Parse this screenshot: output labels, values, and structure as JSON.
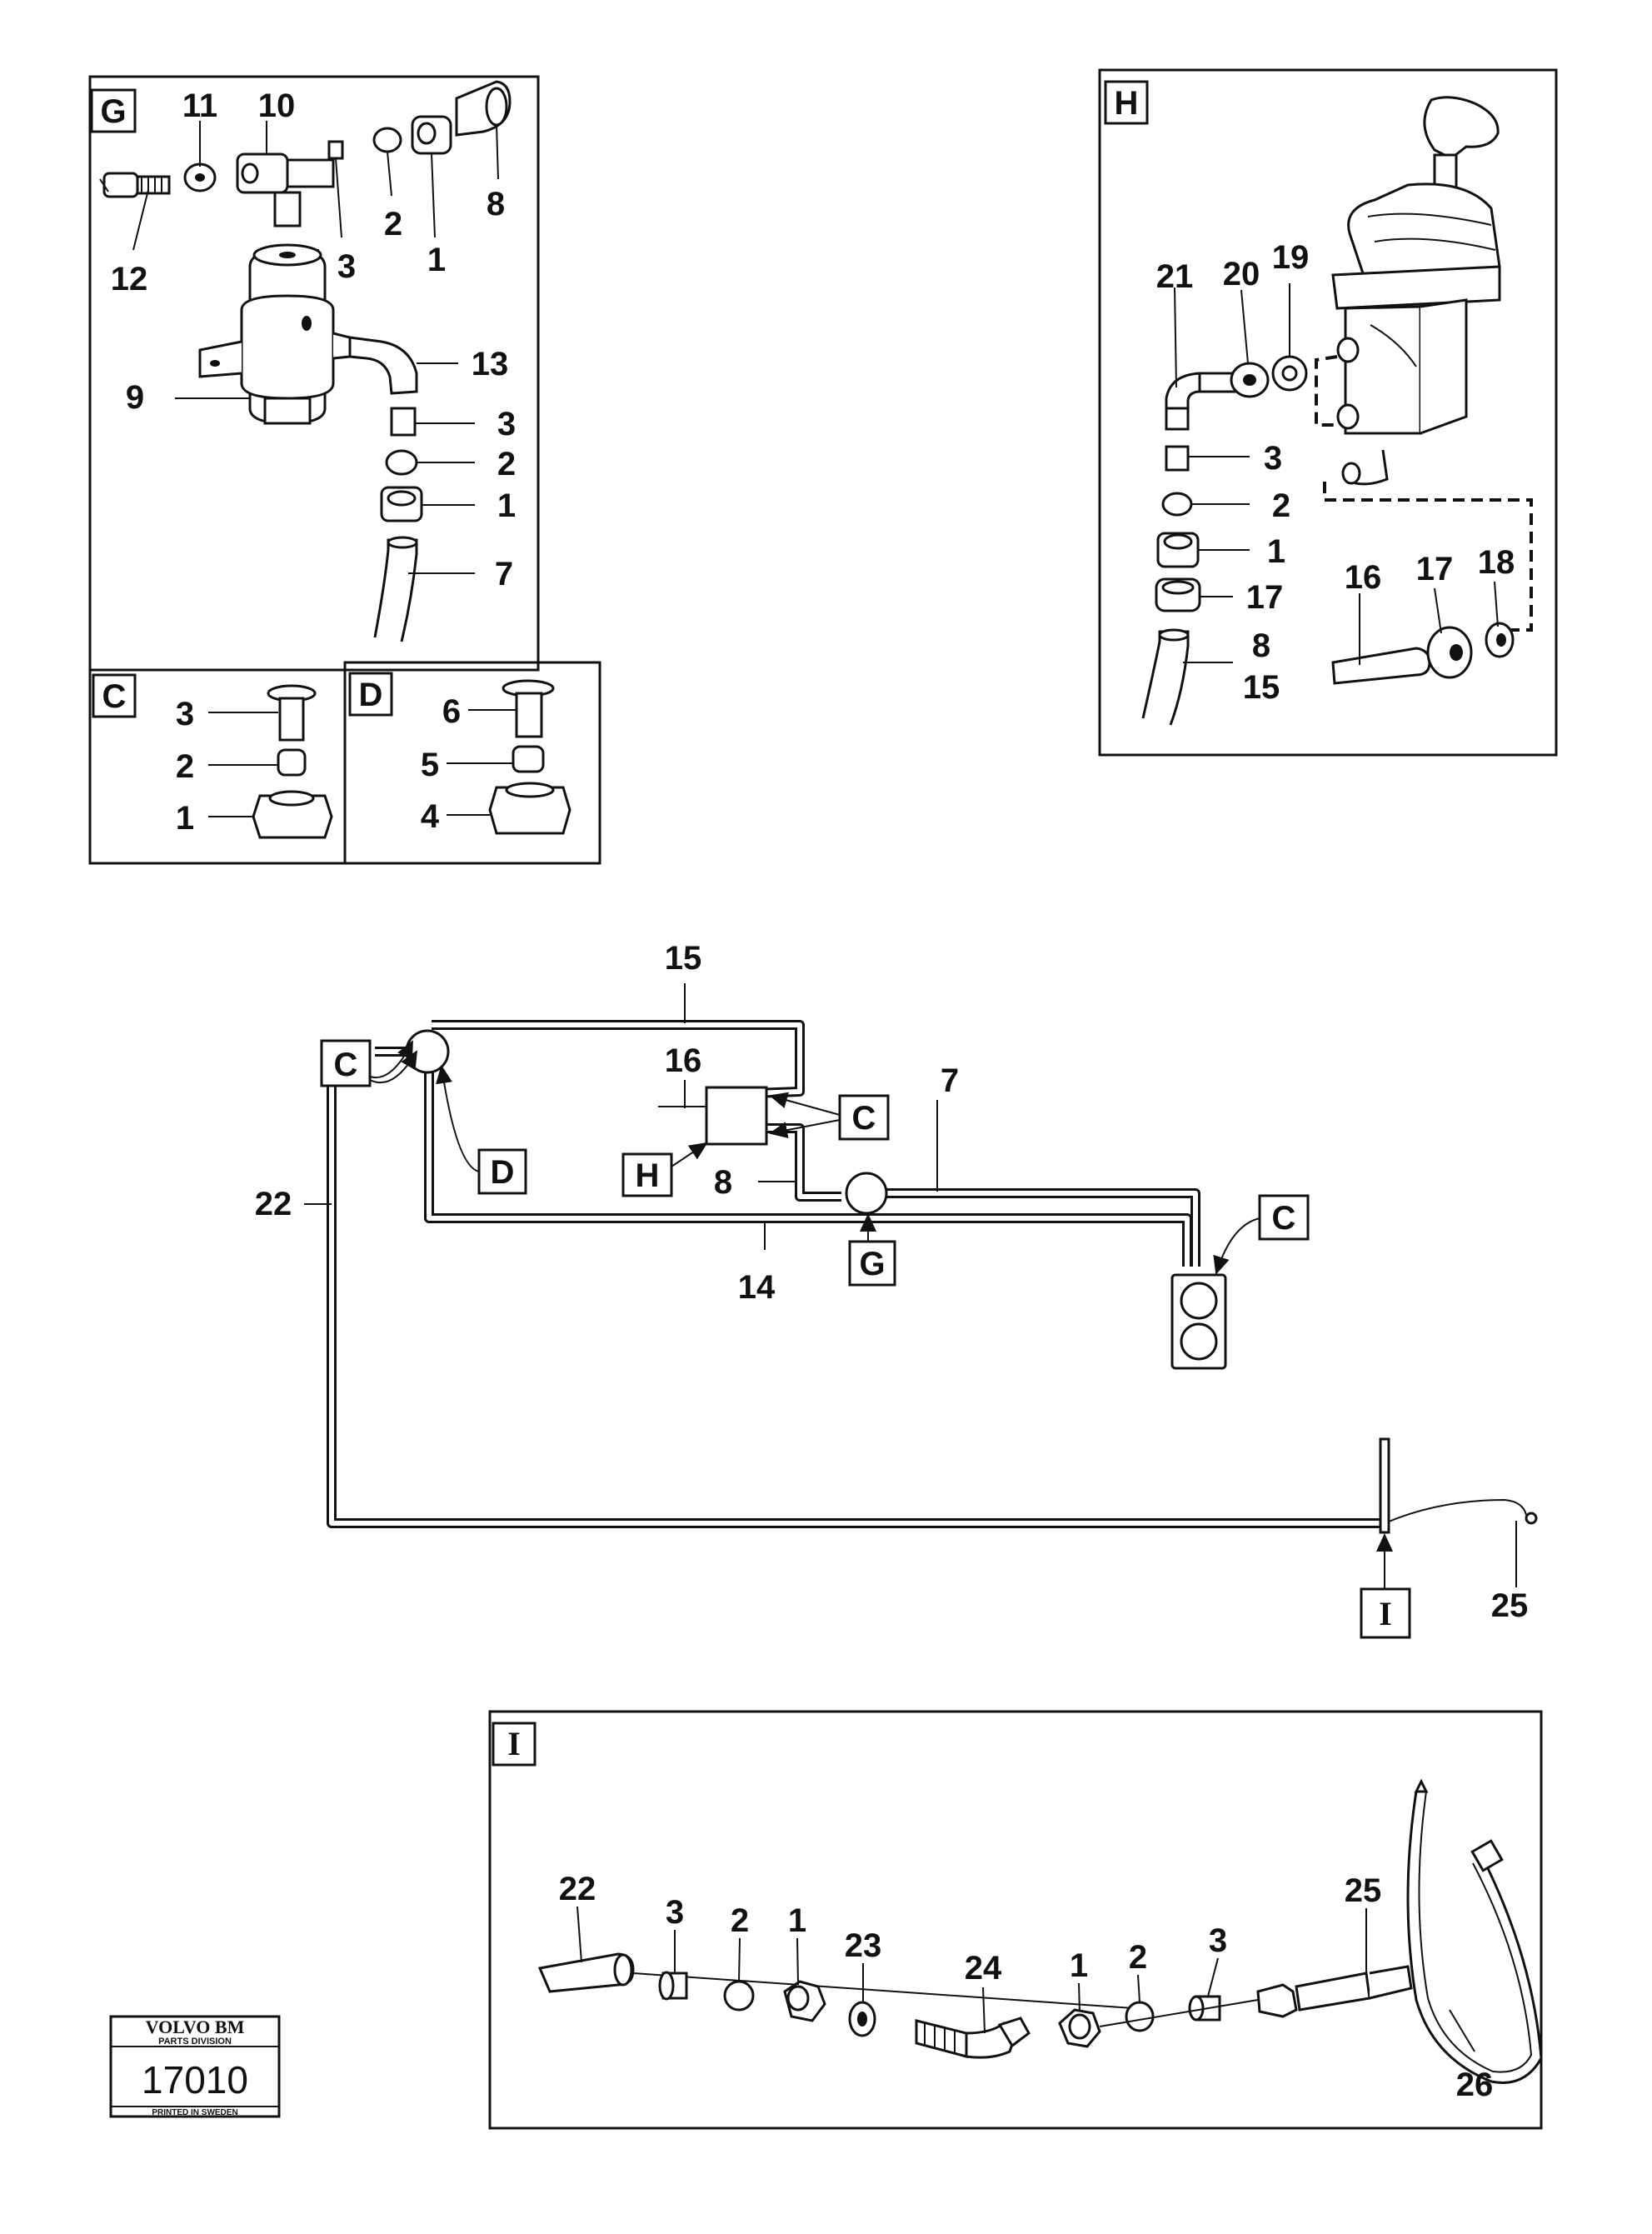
{
  "panels": {
    "G": {
      "tag": "G",
      "labels": {
        "l11": "11",
        "l10": "10",
        "l12": "12",
        "l3a": "3",
        "l2a": "2",
        "l1a": "1",
        "l8": "8",
        "l9": "9",
        "l13": "13",
        "l3b": "3",
        "l2b": "2",
        "l1b": "1",
        "l7": "7"
      }
    },
    "H": {
      "tag": "H",
      "labels": {
        "l21": "21",
        "l20": "20",
        "l19": "19",
        "l3": "3",
        "l2": "2",
        "l1": "1",
        "l17a": "17",
        "l8": "8",
        "l15": "15",
        "l16": "16",
        "l17b": "17",
        "l18": "18"
      }
    },
    "C": {
      "tag": "C",
      "labels": {
        "l3": "3",
        "l2": "2",
        "l1": "1"
      }
    },
    "D": {
      "tag": "D",
      "labels": {
        "l6": "6",
        "l5": "5",
        "l4": "4"
      }
    },
    "I": {
      "tag": "I",
      "labels": {
        "l22": "22",
        "l3a": "3",
        "l2a": "2",
        "l1a": "1",
        "l23": "23",
        "l24": "24",
        "l1b": "1",
        "l2b": "2",
        "l3b": "3",
        "l25": "25",
        "l26": "26"
      }
    }
  },
  "schematic": {
    "refs": {
      "c1": "C",
      "d": "D",
      "c2": "C",
      "h": "H",
      "g": "G",
      "c3": "C",
      "i": "I"
    },
    "labels": {
      "l15": "15",
      "l16": "16",
      "l7": "7",
      "l8": "8",
      "l22": "22",
      "l14": "14",
      "l25": "25"
    }
  },
  "stamp": {
    "brand": "VOLVO BM",
    "division": "PARTS DIVISION",
    "number": "17010",
    "printed": "PRINTED IN SWEDEN"
  }
}
